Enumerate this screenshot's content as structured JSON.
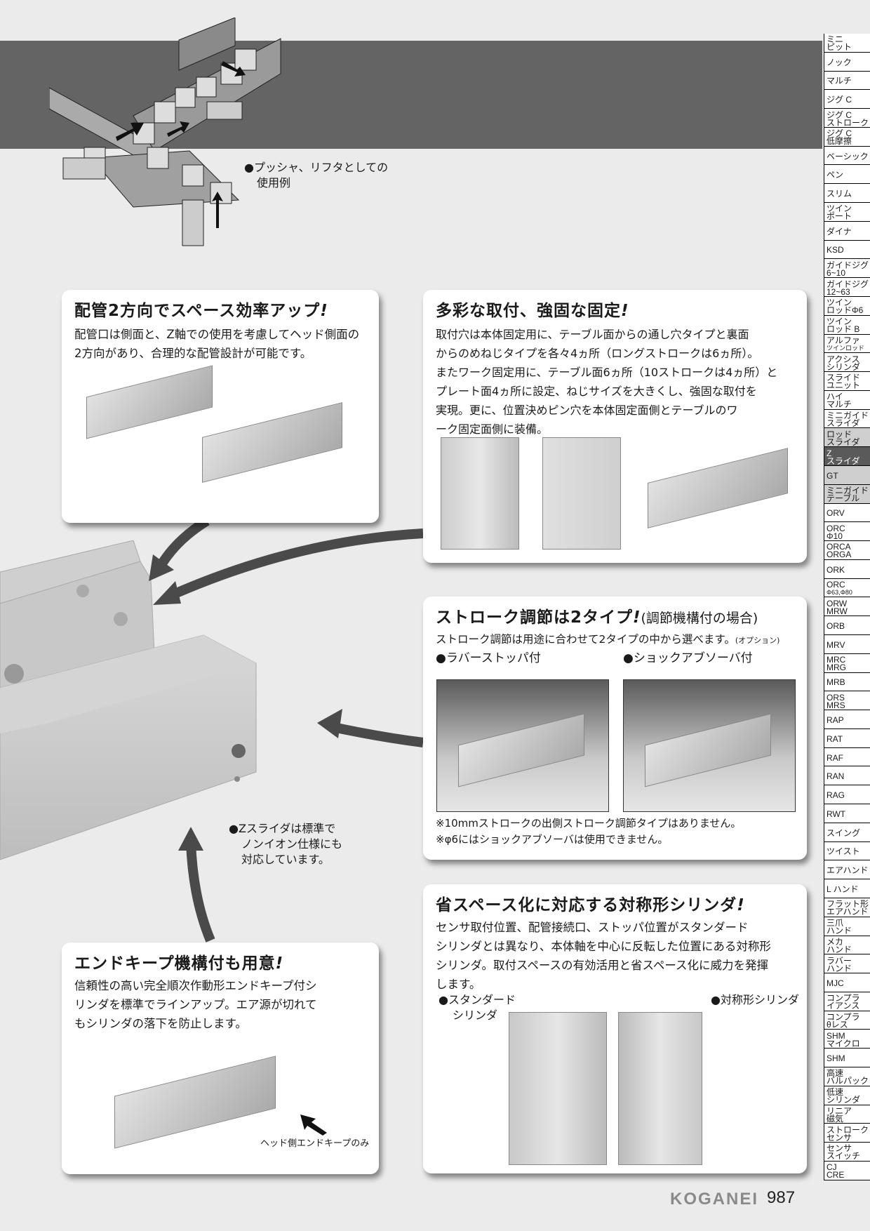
{
  "top": {
    "caption_l1": "●プッシャ、リフタとしての",
    "caption_l2": "使用例"
  },
  "panel_piping": {
    "title": "配管2方向でスペース効率アップ",
    "lines": [
      "配管口は側面と、Z軸での使用を考慮してヘッド側面の",
      "2方向があり、合理的な配管設計が可能です。"
    ]
  },
  "panel_mounting": {
    "title": "多彩な取付、強固な固定",
    "lines": [
      "取付穴は本体固定用に、テーブル面からの通し穴タイプと裏面",
      "からのめねじタイプを各々4ヵ所（ロングストロークは6ヵ所）。",
      "またワーク固定用に、テーブル面6ヵ所（10ストロークは4ヵ所）と",
      "プレート面4ヵ所に設定、ねじサイズを大きくし、強固な取付を",
      "実現。更に、位置決めピン穴を本体固定面側とテーブルのワ",
      "ーク固定面側に装備。"
    ]
  },
  "panel_stroke": {
    "title": "ストローク調節は2タイプ",
    "title_sub": "(調節機構付の場合)",
    "lead": "ストローク調節は用途に合わせて2タイプの中から選べます。",
    "lead_sub": "(オプション)",
    "option1": "●ラバーストッパ付",
    "option2": "●ショックアブソーバ付",
    "note1": "※10mmストロークの出側ストローク調節タイプはありません。",
    "note2": "※φ6にはショックアブソーバは使用できません。"
  },
  "center": {
    "caption": [
      "●Zスライダは標準で",
      "ノンイオン仕様にも",
      "対応しています。"
    ]
  },
  "panel_symmetric": {
    "title": "省スペース化に対応する対称形シリンダ",
    "lines": [
      "センサ取付位置、配管接続口、ストッパ位置がスタンダード",
      "シリンダとは異なり、本体軸を中心に反転した位置にある対称形",
      "シリンダ。取付スペースの有効活用と省スペース化に威力を発揮",
      "します。"
    ],
    "label_standard_l1": "●スタンダード",
    "label_standard_l2": "シリンダ",
    "label_symmetric": "●対称形シリンダ"
  },
  "panel_endkeep": {
    "title": "エンドキープ機構付も用意",
    "lines": [
      "信頼性の高い完全順次作動形エンドキープ付シ",
      "リンダを標準でラインアップ。エア源が切れて",
      "もシリンダの落下を防止します。"
    ],
    "callout": "ヘッド側エンドキープのみ"
  },
  "exclaim": "!",
  "footer": {
    "brand": "KOGANEI",
    "page": "987"
  },
  "colors": {
    "band": "#646464",
    "current_tab": "#5a5a5a",
    "related_tab": "#cfcfcf"
  },
  "sidebar": {
    "current": "Zスライダ",
    "tabs": [
      [
        "ミニ",
        "ピット"
      ],
      [
        "ノック"
      ],
      [
        "マルチ"
      ],
      [
        "ジグ C"
      ],
      [
        "ジグ C",
        "ストローク"
      ],
      [
        "ジグ C",
        "低摩擦"
      ],
      [
        "ベーシック"
      ],
      [
        "ペン"
      ],
      [
        "スリム"
      ],
      [
        "ツイン",
        "ポート"
      ],
      [
        "ダイナ"
      ],
      [
        "KSD"
      ],
      [
        "ガイドジグ",
        "6~10"
      ],
      [
        "ガイドジグ",
        "12~63"
      ],
      [
        "ツイン",
        "ロッドΦ6"
      ],
      [
        "ツイン",
        "ロッド B"
      ],
      [
        "アルファ",
        "ツインロッド"
      ],
      [
        "アクシス",
        "シリンダ"
      ],
      [
        "スライド",
        "ユニット"
      ],
      [
        "ハイ",
        "マルチ"
      ],
      [
        "ミニガイド",
        "スライダ"
      ],
      [
        "ロッド",
        "スライダ"
      ],
      [
        "Z",
        "スライダ"
      ],
      [
        "GT"
      ],
      [
        "ミニガイド",
        "テーブル"
      ],
      [
        "ORV"
      ],
      [
        "ORC",
        "Φ10"
      ],
      [
        "ORCA",
        "ORGA"
      ],
      [
        "ORK"
      ],
      [
        "ORC",
        "Φ63,Φ80"
      ],
      [
        "ORW",
        "MRW"
      ],
      [
        "ORB"
      ],
      [
        "MRV"
      ],
      [
        "MRC",
        "MRG"
      ],
      [
        "MRB"
      ],
      [
        "ORS",
        "MRS"
      ],
      [
        "RAP"
      ],
      [
        "RAT"
      ],
      [
        "RAF"
      ],
      [
        "RAN"
      ],
      [
        "RAG"
      ],
      [
        "RWT"
      ],
      [
        "スイング"
      ],
      [
        "ツイスト"
      ],
      [
        "エアハンド"
      ],
      [
        "L ハンド"
      ],
      [
        "フラット形",
        "エアハンド"
      ],
      [
        "三爪",
        "ハンド"
      ],
      [
        "メカ",
        "ハンド"
      ],
      [
        "ラバー",
        "ハンド"
      ],
      [
        "MJC"
      ],
      [
        "コンプラ",
        "イアンス"
      ],
      [
        "コンプラ",
        "θレス"
      ],
      [
        "SHM",
        "マイクロ"
      ],
      [
        "SHM"
      ],
      [
        "高速",
        "バルパック"
      ],
      [
        "低速",
        "シリンダ"
      ],
      [
        "リニア",
        "磁気"
      ],
      [
        "ストローク",
        "センサ"
      ],
      [
        "センサ",
        "スイッチ"
      ],
      [
        "CJ",
        "CRE"
      ]
    ]
  }
}
